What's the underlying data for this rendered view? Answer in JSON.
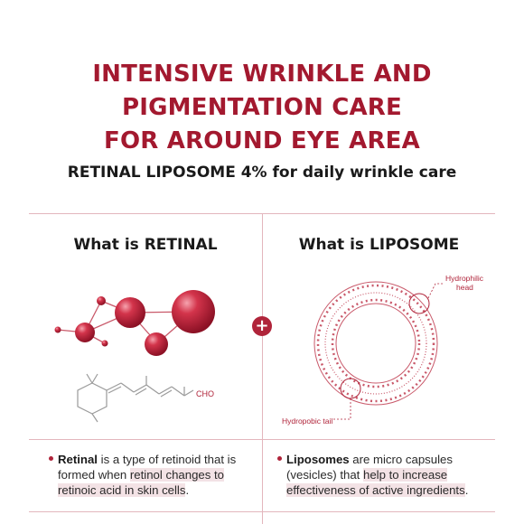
{
  "header": {
    "title_line1": "INTENSIVE WRINKLE AND",
    "title_line2": "PIGMENTATION CARE",
    "title_line3": "FOR AROUND EYE AREA",
    "subtitle": "RETINAL LIPOSOME 4% for daily wrinkle care"
  },
  "left": {
    "heading": "What is RETINAL",
    "formula_label": "CHO",
    "bullet": {
      "bold": "Retinal",
      "t1": " is a type of retinoid that is",
      "t2": "formed when ",
      "h1": "retinol changes to",
      "h2": "retinoic acid in skin cells",
      "t3": "."
    }
  },
  "right": {
    "heading": "What is LIPOSOME",
    "label_head_1": "Hydrophilic",
    "label_head_2": "head",
    "label_tail": "Hydropobic tail",
    "bullet": {
      "bold": "Liposomes",
      "t1": " are micro capsules",
      "t2": "(vesicles) that ",
      "h1": "help to increase",
      "h2": "effectiveness of active ingredients",
      "t3": "."
    }
  },
  "divider": {
    "symbol": "+"
  },
  "colors": {
    "accent": "#a3192f",
    "line": "#e3b6bd",
    "highlight": "#f3e2e5"
  }
}
